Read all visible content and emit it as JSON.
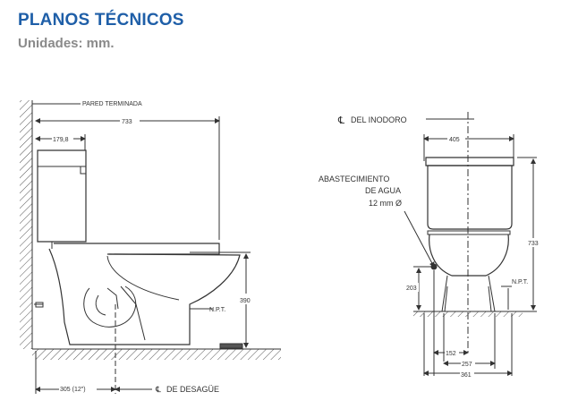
{
  "header": {
    "title": "PLANOS TÉCNICOS",
    "subtitle": "Unidades: mm."
  },
  "side_view": {
    "wall_label": "PARED TERMINADA",
    "total_depth": "733",
    "tank_offset": "179,8",
    "height_label": "390",
    "floor_label": "N.P.T.",
    "rough_in": "305 (12\")",
    "drain_label": "DE DESAGÜE",
    "centerline_symbol": "℄"
  },
  "front_view": {
    "centerline_label": "DEL INODORO",
    "centerline_symbol": "℄",
    "tank_width": "405",
    "water_supply_line1": "ABASTECIMIENTO",
    "water_supply_line2": "DE AGUA",
    "water_supply_line3": "12 mm Ø",
    "total_height": "733",
    "supply_height": "203",
    "floor_label": "N.P.T.",
    "supply_offset": "152",
    "base_width": "257",
    "total_width": "361"
  },
  "colors": {
    "title": "#1f5fa8",
    "subtitle": "#8a8a8a",
    "lines": "#333333"
  }
}
